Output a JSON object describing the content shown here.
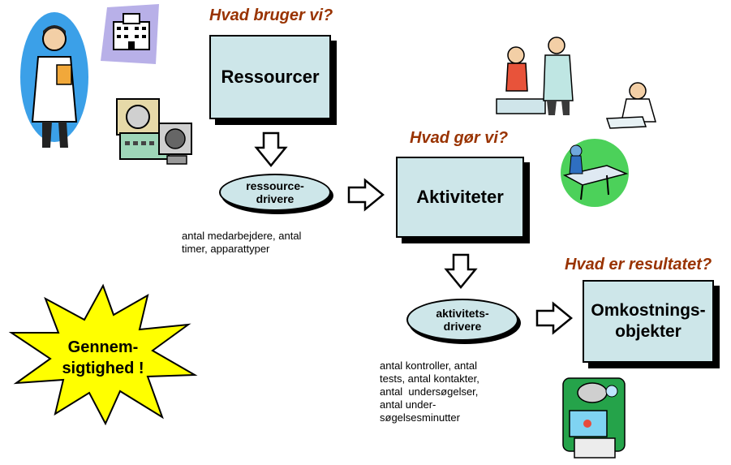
{
  "questions": {
    "resources": "Hvad bruger vi?",
    "activities": "Hvad gør vi?",
    "result": "Hvad er resultatet?"
  },
  "boxes": {
    "resources": "Ressourcer",
    "activities": "Aktiviteter",
    "cost_objects": [
      "Omkostnings-",
      "objekter"
    ]
  },
  "drivers": {
    "resource": [
      "ressource-",
      "drivere"
    ],
    "activity": [
      "aktivitets-",
      "drivere"
    ]
  },
  "notes": {
    "resource_drivers": [
      "antal medarbejdere, antal",
      "timer, apparattyper"
    ],
    "activity_drivers": [
      "antal kontroller, antal",
      "tests, antal kontakter,",
      "antal  undersøgelser,",
      "antal under-",
      "søgelsesminutter"
    ]
  },
  "burst": [
    "Gennem-",
    "sigtighed !"
  ],
  "colors": {
    "box_fill": "#cde6e9",
    "question_text": "#993300",
    "burst_fill": "#ffff00"
  },
  "icons": [
    "doctor-clipboard-icon",
    "hospital-building-icon",
    "medical-scanner-icon",
    "patient-consultation-icon",
    "doctor-writing-icon",
    "operating-table-icon",
    "surgery-equipment-icon"
  ]
}
